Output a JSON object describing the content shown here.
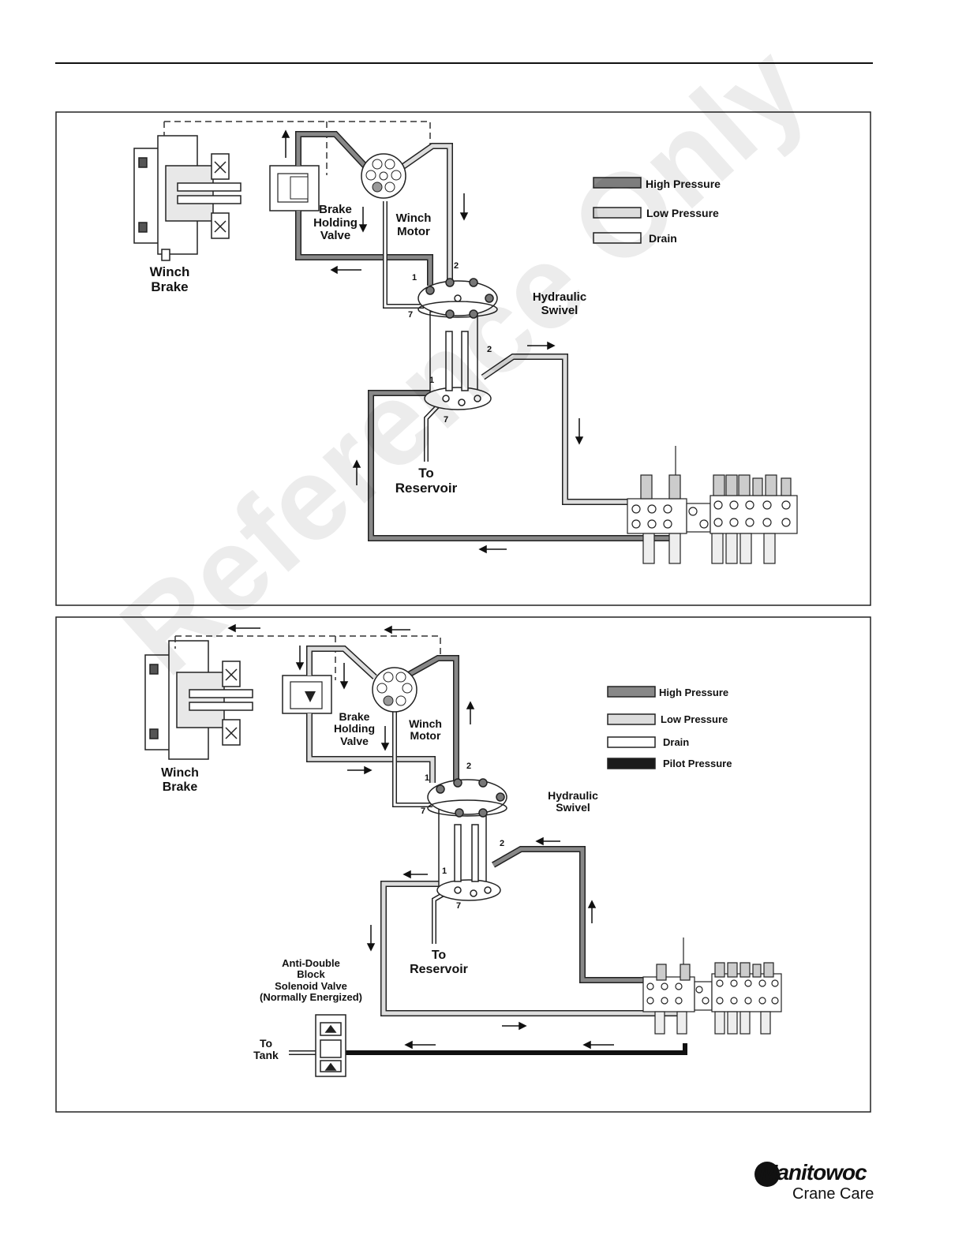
{
  "colors": {
    "high_pressure": "#888888",
    "low_pressure": "#dddddd",
    "drain": "#ffffff",
    "pilot_pressure": "#1a1a1a",
    "outline": "#222222"
  },
  "top_diagram": {
    "winch_brake": "Winch\nBrake",
    "brake_holding_valve": "Brake\nHolding\nValve",
    "winch_motor": "Winch\nMotor",
    "hydraulic_swivel": "Hydraulic\nSwivel",
    "to_reservoir": "To\nReservoir",
    "port_1a": "1",
    "port_2a": "2",
    "port_7a": "7",
    "port_1b": "1",
    "port_2b": "2",
    "port_7b": "7",
    "legend": {
      "high_pressure": "High Pressure",
      "low_pressure": "Low Pressure",
      "drain": "Drain"
    }
  },
  "bottom_diagram": {
    "winch_brake": "Winch\nBrake",
    "brake_holding_valve": "Brake\nHolding\nValve",
    "winch_motor": "Winch\nMotor",
    "hydraulic_swivel": "Hydraulic\nSwivel",
    "to_reservoir": "To\nReservoir",
    "anti_double_block": "Anti-Double\nBlock\nSolenoid Valve\n(Normally Energized)",
    "to_tank": "To\nTank",
    "port_1a": "1",
    "port_2a": "2",
    "port_7a": "7",
    "port_1b": "1",
    "port_2b": "2",
    "port_7b": "7",
    "legend": {
      "high_pressure": "High Pressure",
      "low_pressure": "Low Pressure",
      "drain": "Drain",
      "pilot_pressure": "Pilot Pressure"
    }
  },
  "watermark": "Reference Only",
  "logo": {
    "brand": "Manitowoc",
    "sub": "Crane Care"
  }
}
